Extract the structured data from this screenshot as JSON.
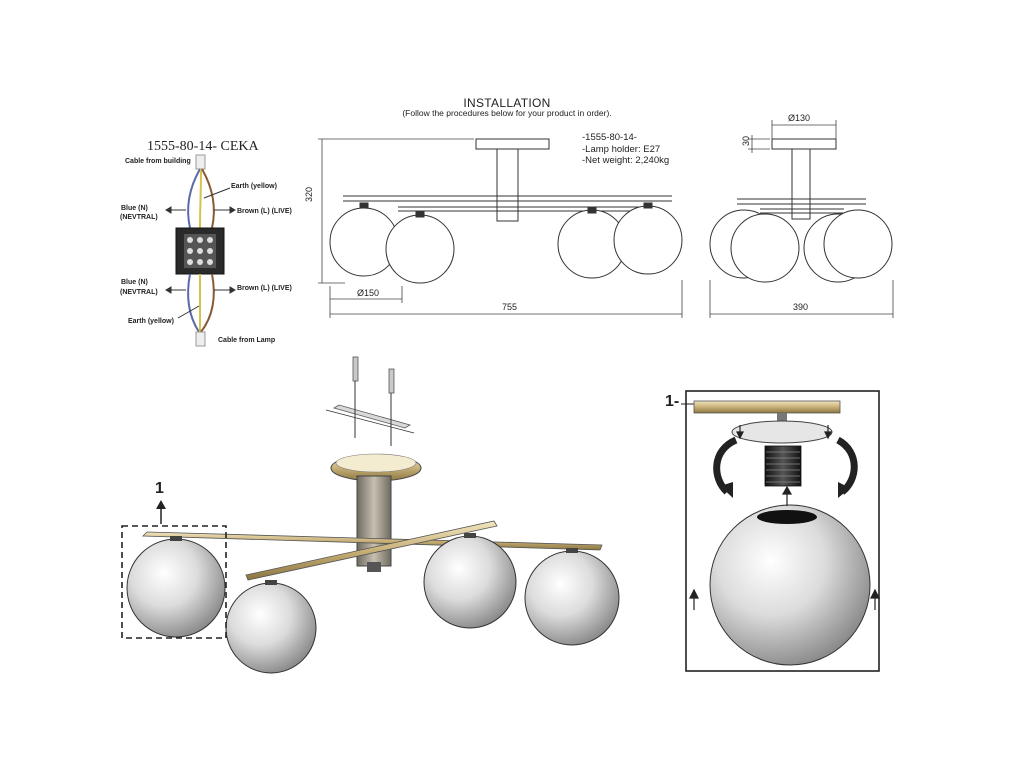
{
  "installation": {
    "title": "INSTALLATION",
    "subtitle": "(Follow the procedures below for your product in order)."
  },
  "wiring": {
    "model": "1555-80-14-  CEKA",
    "cable_building": "Cable from building",
    "earth_top": "Earth (yellow)",
    "blue_top": "Blue (N)",
    "neutral_top": "(NEVTRAL)",
    "brown_top": "Brown (L) (LIVE)",
    "blue_bottom": "Blue (N)",
    "neutral_bottom": "(NEVTRAL)",
    "brown_bottom": "Brown (L) (LIVE)",
    "earth_bottom": "Earth (yellow)",
    "cable_lamp": "Cable from Lamp"
  },
  "specs": {
    "code": "-1555-80-14-",
    "holder": "-Lamp holder: E27",
    "weight": "-Net weight: 2,240kg"
  },
  "dimensions": {
    "height": "320",
    "globe_dia": "Ø150",
    "length": "755",
    "canopy_dia": "Ø130",
    "canopy_h": "30",
    "depth": "390"
  },
  "callouts": {
    "step_main": "1",
    "step_detail": "1-"
  },
  "colors": {
    "brass": "#c8b078",
    "globe": "#d8d8d8",
    "blue_wire": "#5a6aa8",
    "brown_wire": "#8a5a30",
    "yellow_wire": "#d8c24a"
  }
}
